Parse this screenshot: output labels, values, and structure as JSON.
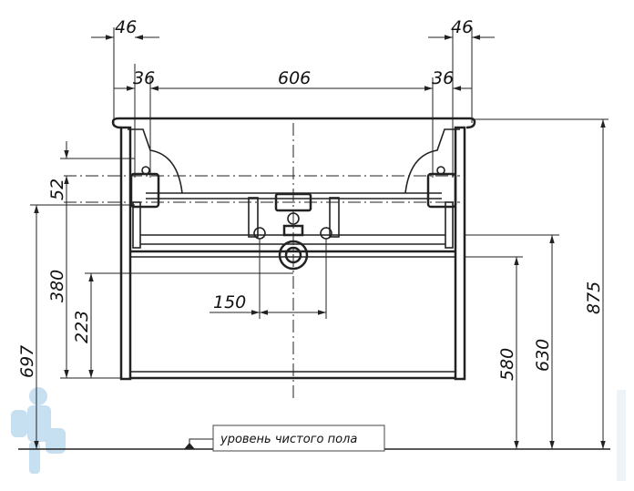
{
  "dimensions": {
    "top_left_46": "46",
    "top_left_36": "36",
    "top_width": "606",
    "top_right_36": "36",
    "top_right_46": "46",
    "left_52": "52",
    "left_380": "380",
    "left_223": "223",
    "left_697": "697",
    "siphon_150": "150",
    "right_580": "580",
    "right_630": "630",
    "right_875": "875"
  },
  "floor_label": "уровень чистого пола",
  "colors": {
    "line": "#222222",
    "watermark": "#b8d8ee"
  }
}
